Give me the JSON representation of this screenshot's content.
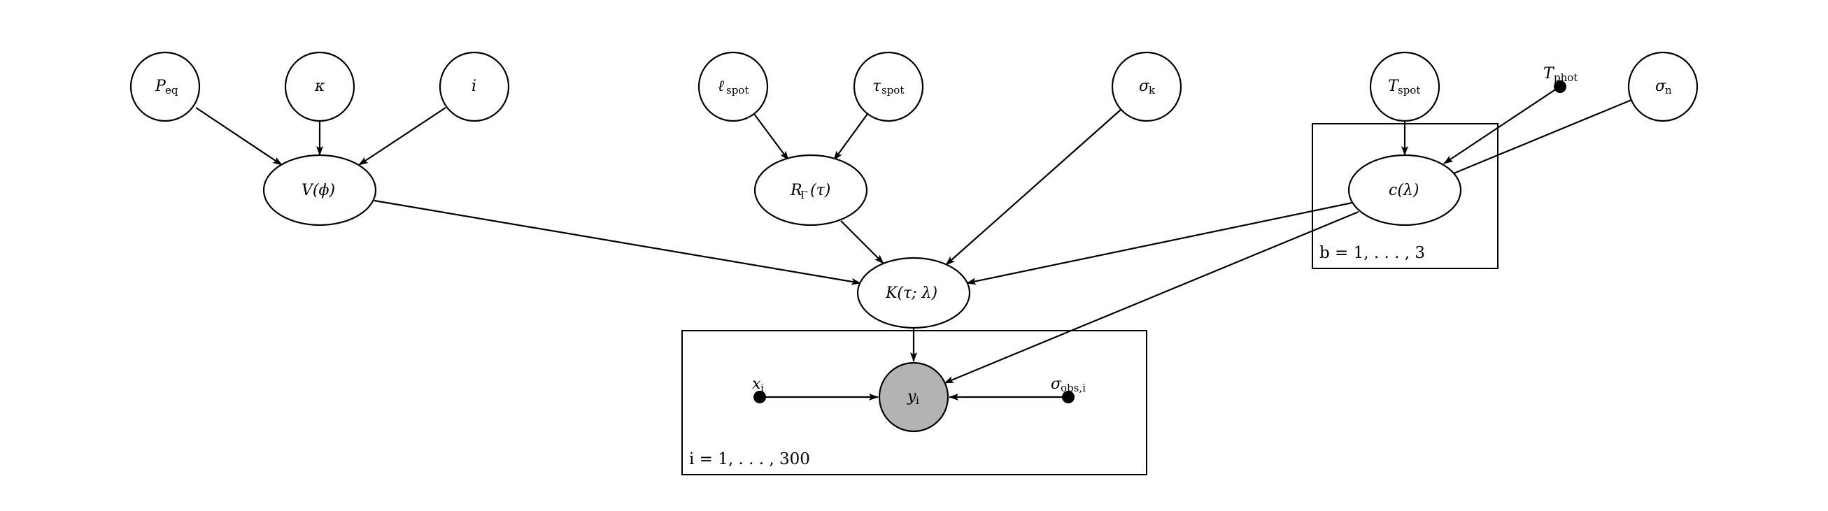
{
  "nodes": {
    "P_eq": {
      "main": "P",
      "sub": "eq"
    },
    "kappa": {
      "main": "κ",
      "sub": ""
    },
    "i": {
      "main": "i",
      "sub": ""
    },
    "l_spot": {
      "main": "ℓ",
      "sub": "spot"
    },
    "tau_spot": {
      "main": "τ",
      "sub": "spot"
    },
    "sigma_k": {
      "main": "σ",
      "sub": "k"
    },
    "T_spot": {
      "main": "T",
      "sub": "spot"
    },
    "T_phot": {
      "main": "T",
      "sub": "phot"
    },
    "sigma_n": {
      "main": "σ",
      "sub": "n"
    },
    "V_phi": {
      "main": "V(ϕ)",
      "sub": ""
    },
    "R_gamma": {
      "main": "R",
      "sub": "Γ",
      "suffix": "(τ)"
    },
    "c_lambda": {
      "main": "c(λ)",
      "sub": ""
    },
    "K": {
      "main": "K(τ; λ)",
      "sub": ""
    },
    "y_i": {
      "main": "y",
      "sub": "i"
    },
    "x_i": {
      "main": "x",
      "sub": "i"
    },
    "sigma_obs": {
      "main": "σ",
      "sub": "obs,i"
    }
  },
  "plates": {
    "band": {
      "label": "b = 1, . . . , 3"
    },
    "obs": {
      "label": "i = 1, . . . , 300"
    }
  }
}
